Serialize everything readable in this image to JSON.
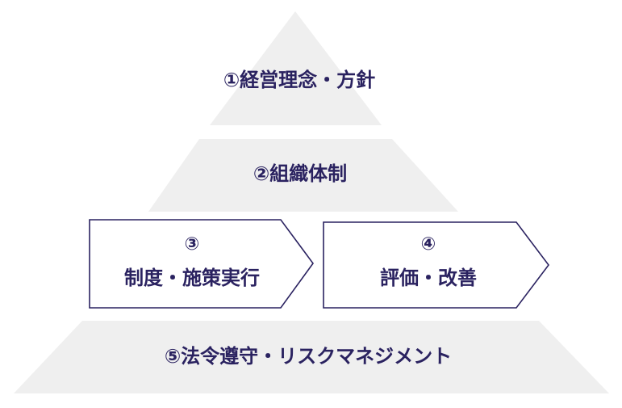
{
  "diagram": {
    "tiers": [
      {
        "label": "①経営理念・方針"
      },
      {
        "label": "②組織体制"
      },
      {
        "label": "⑤法令遵守・リスクマネジメント"
      }
    ],
    "arrows": [
      {
        "number": "③",
        "label": "制度・施策実行"
      },
      {
        "number": "④",
        "label": "評価・改善"
      }
    ]
  },
  "colors": {
    "tier_fill": "#efefef",
    "text": "#2a2260",
    "arrow_stroke": "#2a2260",
    "background": "#ffffff"
  }
}
